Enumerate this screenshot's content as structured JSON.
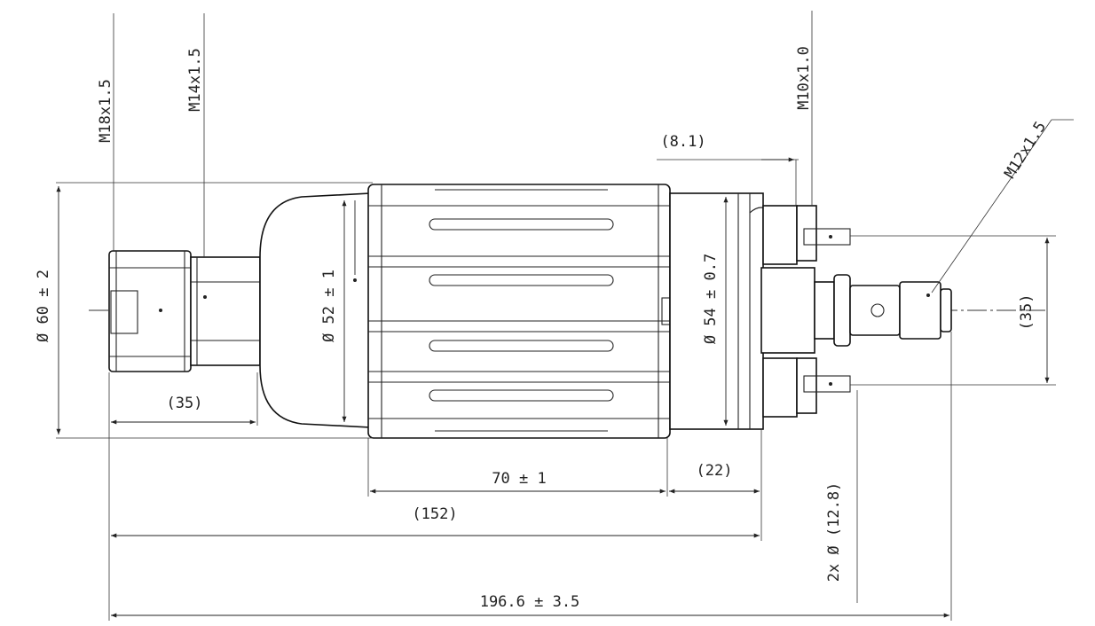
{
  "labels": {
    "thread_m18": "M18x1.5",
    "thread_m14": "M14x1.5",
    "thread_m10": "M10x1.0",
    "thread_m12": "M12x1.5",
    "dim_8_1": "(8.1)",
    "dia_60": "Ø 60 ± 2",
    "dia_52": "Ø 52 ± 1",
    "dia_54": "Ø 54 ± 0.7",
    "dim_35_left": "(35)",
    "dim_35_right": "(35)",
    "dim_70": "70 ± 1",
    "dim_22": "(22)",
    "dim_152": "(152)",
    "dim_196": "196.6 ± 3.5",
    "dia_12_8": "2x Ø (12.8)"
  },
  "colors": {
    "line": "#222222",
    "background": "#ffffff"
  }
}
